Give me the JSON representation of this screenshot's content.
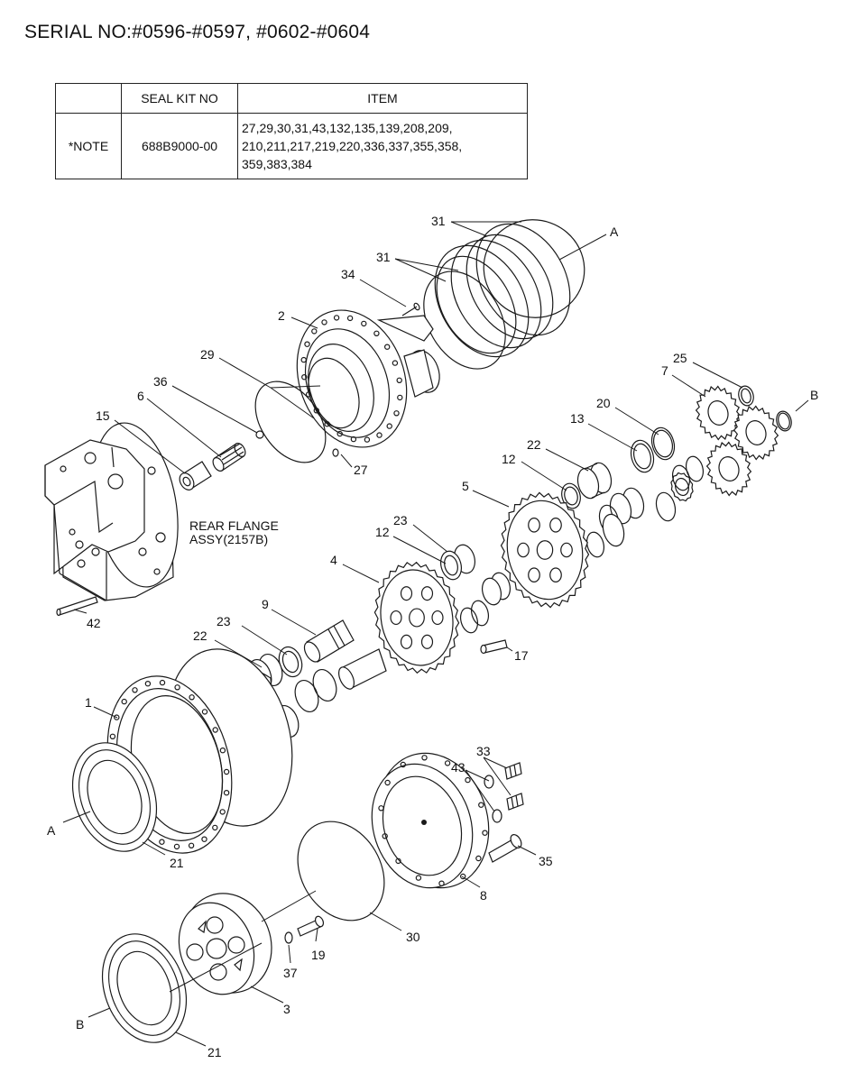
{
  "header": {
    "serial_title": "SERIAL NO:#0596-#0597, #0602-#0604"
  },
  "seal_kit_table": {
    "columns": [
      "",
      "SEAL KIT NO",
      "ITEM"
    ],
    "row": {
      "note": "*NOTE",
      "kit_no": "688B9000-00",
      "items_lines": [
        "27,29,30,31,43,132,135,139,208,209,",
        "210,211,217,219,220,336,337,355,358,",
        "359,383,384"
      ]
    }
  },
  "diagram": {
    "rear_flange_label": [
      "REAR FLANGE",
      "ASSY(2157B)"
    ],
    "callouts": {
      "c31a": "31",
      "c31b": "31",
      "cA_top": "A",
      "c34": "34",
      "c2": "2",
      "c29": "29",
      "c36": "36",
      "c6": "6",
      "c15": "15",
      "c27": "27",
      "c25": "25",
      "c7": "7",
      "cB_right": "B",
      "c20": "20",
      "c13": "13",
      "c22a": "22",
      "c12a": "12",
      "c5": "5",
      "c23a": "23",
      "c12b": "12",
      "c4": "4",
      "c9": "9",
      "c23b": "23",
      "c22b": "22",
      "c17": "17",
      "c42": "42",
      "c1": "1",
      "cA_left": "A",
      "c21a": "21",
      "c33": "33",
      "c43": "43",
      "c35": "35",
      "c8": "8",
      "c30": "30",
      "c19": "19",
      "c37": "37",
      "c3": "3",
      "cB_left": "B",
      "c21b": "21"
    }
  }
}
